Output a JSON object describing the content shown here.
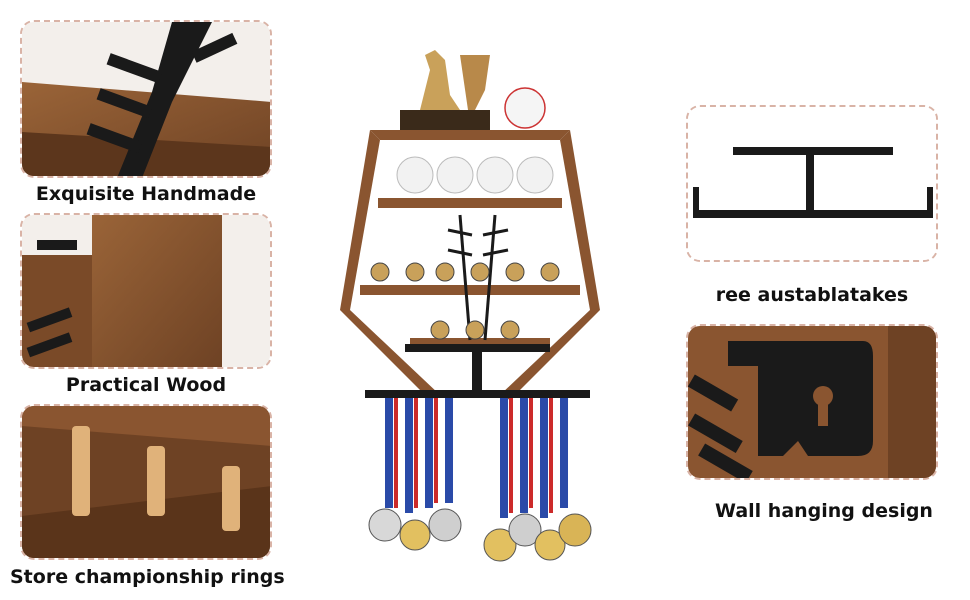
{
  "captions": {
    "top_left": "Exquisite Handmade",
    "mid_left": "Practical Wood",
    "bottom_left": "Store championship rings",
    "top_right": "ree austablatakes",
    "bottom_right": "Wall hanging design"
  },
  "colors": {
    "panel_border": "#d9b3a6",
    "wood": "#8a5530",
    "iron": "#1a1a1a"
  },
  "icons": [
    "baseball-stitch-decor",
    "trophy",
    "baseball",
    "championship-ring",
    "medal",
    "wall-bracket",
    "keyhole-hanger"
  ]
}
